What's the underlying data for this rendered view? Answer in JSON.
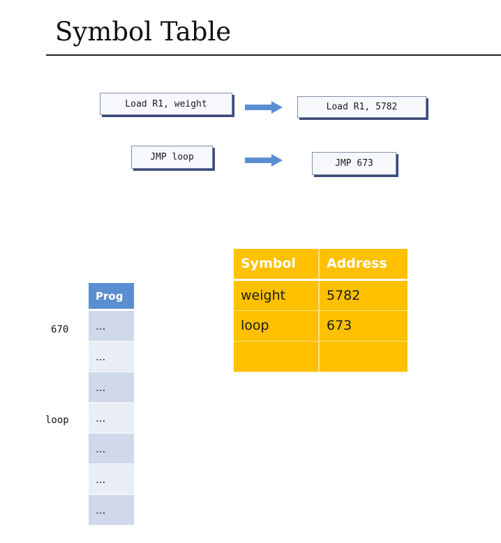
{
  "title": "Symbol Table",
  "translations": [
    {
      "source": "Load R1, weight",
      "target": "Load R1, 5782"
    },
    {
      "source": "JMP loop",
      "target": "JMP 673"
    }
  ],
  "program": {
    "header": "Prog",
    "labels": [
      "670",
      "loop"
    ],
    "cells": [
      "...",
      "...",
      "...",
      "...",
      "...",
      "...",
      "..."
    ]
  },
  "symbol_table": {
    "headers": [
      "Symbol",
      "Address"
    ],
    "rows": [
      [
        "weight",
        "5782"
      ],
      [
        "loop",
        "673"
      ],
      [
        "",
        ""
      ]
    ]
  },
  "colors": {
    "arrow": "#5b8ed1",
    "table_fill": "#ffc000",
    "prog_header": "#5b8ed1",
    "prog_cell_dark": "#cfd9eb",
    "prog_cell_light": "#e8edf6"
  }
}
